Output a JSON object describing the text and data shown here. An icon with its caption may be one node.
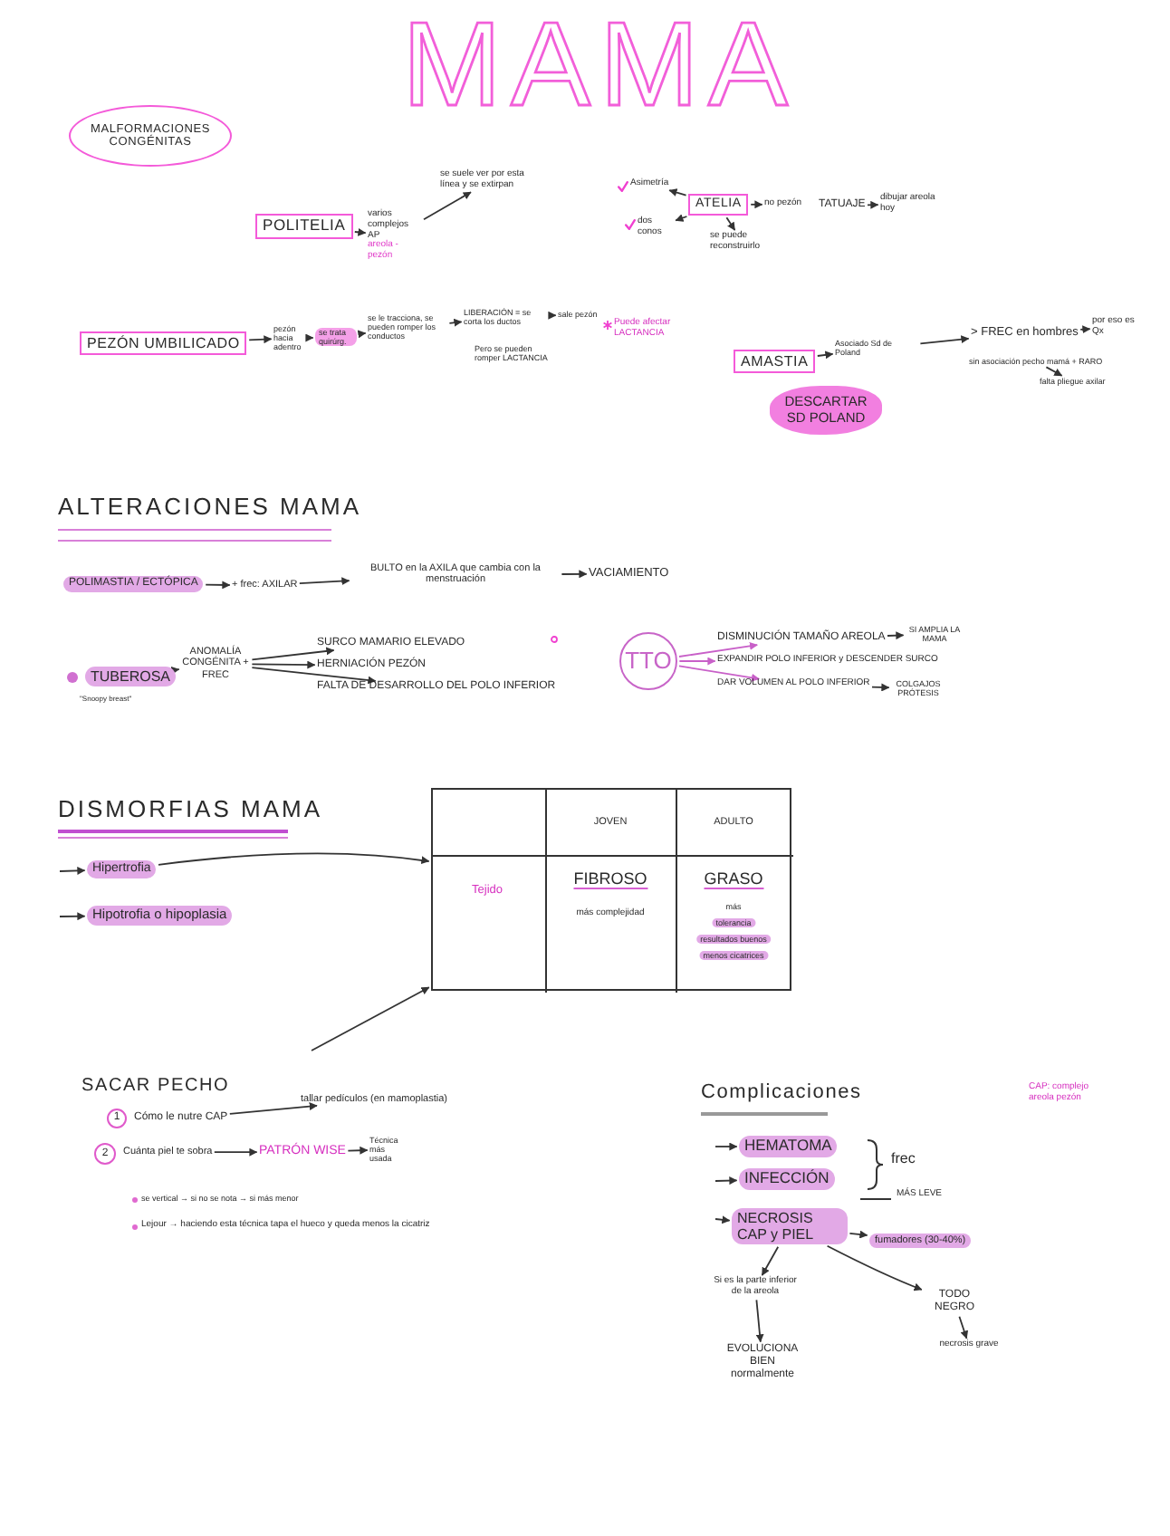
{
  "diagram": {
    "title": "MAMA",
    "nodes": [
      {
        "text": [
          "MALFORMACIONES CONGÉNITAS"
        ]
      },
      {
        "text": [
          "POLITELIA"
        ]
      },
      {
        "text": [
          "varios complejos AP",
          "areola - pezón"
        ]
      },
      {
        "text": [
          "se suele ver por esta línea y se extirpan"
        ]
      },
      {
        "text": [
          "ATELIA"
        ]
      },
      {
        "text": [
          "Asimetría"
        ]
      },
      {
        "text": [
          "dos conos"
        ]
      },
      {
        "text": [
          "no pezón"
        ]
      },
      {
        "text": [
          "TATUAJE"
        ]
      },
      {
        "text": [
          "dibujar areola hoy"
        ]
      },
      {
        "text": [
          "se puede reconstruirlo"
        ]
      },
      {
        "text": [
          "PEZÓN UMBILICADO"
        ]
      },
      {
        "text": [
          "pezón hacia adentro"
        ]
      },
      {
        "text": [
          "se trata quirúrg."
        ]
      },
      {
        "text": [
          "se le tracciona, se pueden romper los conductos"
        ]
      },
      {
        "text": [
          "LIBERACIÓN = se corta los ductos"
        ]
      },
      {
        "text": [
          "sale pezón"
        ]
      },
      {
        "text": [
          "AMASTIA"
        ]
      },
      {
        "text": [
          "Asociado Sd de Poland"
        ]
      },
      {
        "text": [
          "> FREC en hombres"
        ]
      },
      {
        "text": [
          "por eso es Qx"
        ]
      },
      {
        "text": [
          "sin asociación pecho mamá + RARO"
        ]
      },
      {
        "text": [
          "falta pliegue axilar"
        ]
      },
      {
        "text": [
          "DESCARTAR SD POLAND"
        ]
      },
      {
        "text": [
          "POLIMASTIA / ECTÓPICA"
        ]
      },
      {
        "text": [
          "+ frec: AXILAR"
        ]
      },
      {
        "text": [
          "BULTO en la AXILA que cambia con la menstruación"
        ]
      },
      {
        "text": [
          "VACIAMIENTO"
        ]
      },
      {
        "text": [
          "TUBEROSA"
        ],
        "beside": [
          "\"Snoopy breast\""
        ]
      },
      {
        "text": [
          "ANOMALÍA CONGÉNITA + FREC"
        ]
      },
      {
        "text": [
          "SURCO MAMARIO ELEVADO"
        ]
      },
      {
        "text": [
          "HERNIACIÓN PEZÓN"
        ]
      },
      {
        "text": [
          "FALTA DE DESARROLLO DEL POLO INFERIOR"
        ]
      },
      {
        "text": [
          "TTO"
        ]
      },
      {
        "text": [
          "DISMINUCIÓN TAMAÑO AREOLA"
        ]
      },
      {
        "text": [
          "SI AMPLIA LA MAMA"
        ]
      },
      {
        "text": [
          "EXPANDIR POLO INFERIOR y DESCENDER SURCO"
        ]
      },
      {
        "text": [
          "DAR VOLUMEN AL POLO INFERIOR"
        ]
      },
      {
        "text": [
          "COLGAJOS PRÓTESIS"
        ]
      },
      {
        "text": [
          "Hipertrofia"
        ]
      },
      {
        "text": [
          "Hipotrofia o hipoplasia"
        ]
      },
      {
        "text": [
          "JOVEN",
          "ADULTO",
          "Tejido",
          "FIBROSO",
          "más complejidad",
          "GRASO",
          "más",
          "tolerancia",
          "resultados buenos",
          "menos cicatrices"
        ]
      },
      {
        "text": [
          "1"
        ]
      },
      {
        "text": [
          "Cómo le nutre CAP"
        ]
      },
      {
        "text": [
          "tallar pedículos (en mamoplastia)"
        ]
      },
      {
        "text": [
          "2"
        ]
      },
      {
        "text": [
          "Cuánta piel te sobra"
        ]
      },
      {
        "text": [
          "PATRÓN WISE"
        ]
      },
      {
        "text": [
          "Técnica más usada"
        ]
      },
      {
        "text": [
          "HEMATOMA"
        ]
      },
      {
        "text": [
          "INFECCIÓN"
        ]
      },
      {
        "text": [
          "NECROSIS CAP y PIEL"
        ]
      },
      {
        "text": [
          "fumadores (30-40%)"
        ]
      },
      {
        "text": [
          "Si es la parte inferior de la areola"
        ]
      },
      {
        "text": [
          "EVOLUCIONA BIEN normalmente"
        ]
      },
      {
        "text": [
          "TODO NEGRO"
        ]
      },
      {
        "text": [
          "necrosis grave"
        ]
      }
    ],
    "edges": [
      {
        "from": 1,
        "to": 2,
        "arrow": "to"
      },
      {
        "from": 2,
        "to": 3,
        "arrow": "to"
      },
      {
        "from": 4,
        "to": 5,
        "arrow": "to"
      },
      {
        "from": 4,
        "to": 6,
        "arrow": "to"
      },
      {
        "from": 4,
        "to": 7,
        "arrow": "to"
      },
      {
        "from": 8,
        "to": 9,
        "arrow": "to"
      },
      {
        "from": 4,
        "to": 10,
        "arrow": "to"
      },
      {
        "from": 11,
        "to": 12,
        "arrow": "to"
      },
      {
        "from": 12,
        "to": 13,
        "arrow": "to"
      },
      {
        "from": 13,
        "to": 14,
        "arrow": "to"
      },
      {
        "from": 14,
        "to": 15,
        "arrow": "to"
      },
      {
        "from": 15,
        "to": 16,
        "arrow": "to"
      },
      {
        "from": 17,
        "to": 18,
        "arrow": "to"
      },
      {
        "from": 18,
        "to": 19,
        "arrow": "to"
      },
      {
        "from": 19,
        "to": 20,
        "arrow": "to"
      },
      {
        "from": 21,
        "to": 22,
        "arrow": "to"
      },
      {
        "from": 24,
        "to": 25,
        "arrow": "to"
      },
      {
        "from": 25,
        "to": 26,
        "arrow": "to"
      },
      {
        "from": 26,
        "to": 27,
        "arrow": "to"
      },
      {
        "from": 28,
        "to": 29,
        "arrow": "to"
      },
      {
        "from": 29,
        "to": 30,
        "arrow": "to"
      },
      {
        "from": 29,
        "to": 31,
        "arrow": "to"
      },
      {
        "from": 29,
        "to": 32,
        "arrow": "to"
      },
      {
        "from": 33,
        "to": 34,
        "arrow": "to",
        "color": "#c860c8"
      },
      {
        "from": 34,
        "to": 35,
        "arrow": "to"
      },
      {
        "from": 33,
        "to": 36,
        "arrow": "to",
        "color": "#c860c8"
      },
      {
        "from": 33,
        "to": 37,
        "arrow": "to",
        "color": "#c860c8"
      },
      {
        "from": 37,
        "to": 38,
        "arrow": "to"
      },
      {
        "from": null,
        "to": 39,
        "arrow": "to"
      },
      {
        "from": null,
        "to": 40,
        "arrow": "to"
      },
      {
        "from": 39,
        "to": 41,
        "arrow": "to"
      },
      {
        "from": null,
        "to": 41,
        "arrow": "to"
      },
      {
        "from": 43,
        "to": 44,
        "arrow": "to"
      },
      {
        "from": 46,
        "to": 47,
        "arrow": "to"
      },
      {
        "from": 47,
        "to": 48,
        "arrow": "to"
      },
      {
        "from": null,
        "to": 49,
        "arrow": "to"
      },
      {
        "from": null,
        "to": 50,
        "arrow": "to"
      },
      {
        "from": null,
        "to": 51,
        "arrow": "to"
      },
      {
        "from": 51,
        "to": 52,
        "arrow": "to"
      },
      {
        "from": 51,
        "to": 53,
        "arrow": "to"
      },
      {
        "from": 53,
        "to": 54,
        "arrow": "to"
      },
      {
        "from": 51,
        "to": 55,
        "arrow": "to"
      },
      {
        "from": 55,
        "to": 56,
        "arrow": "to"
      }
    ],
    "labels": [
      "Puede afectar LACTANCIA",
      "Pero se pueden romper LACTANCIA",
      "ALTERACIONES MAMA",
      "DISMORFIAS MAMA",
      "SACAR PECHO",
      "Complicaciones",
      "CAP: complejo areola pezón",
      "frec",
      "se vertical → si no se nota → si más menor",
      "MÁS LEVE",
      "Lejour → haciendo esta técnica tapa el hueco y queda menos la cicatriz"
    ]
  }
}
